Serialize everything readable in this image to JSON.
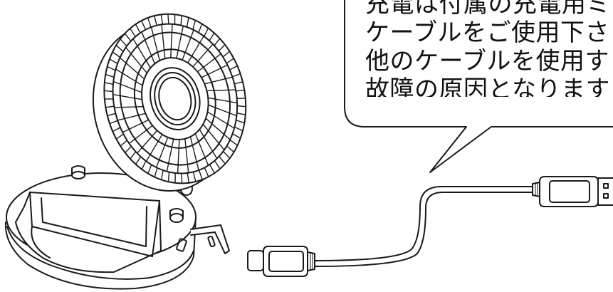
{
  "notice": {
    "lines": [
      "充電は付属の充電用ミ",
      "ケーブルをご使用下さ",
      "他のケーブルを使用す",
      "故障の原因となります"
    ]
  },
  "colors": {
    "line": "#1a1a1a",
    "fill": "#ffffff"
  }
}
